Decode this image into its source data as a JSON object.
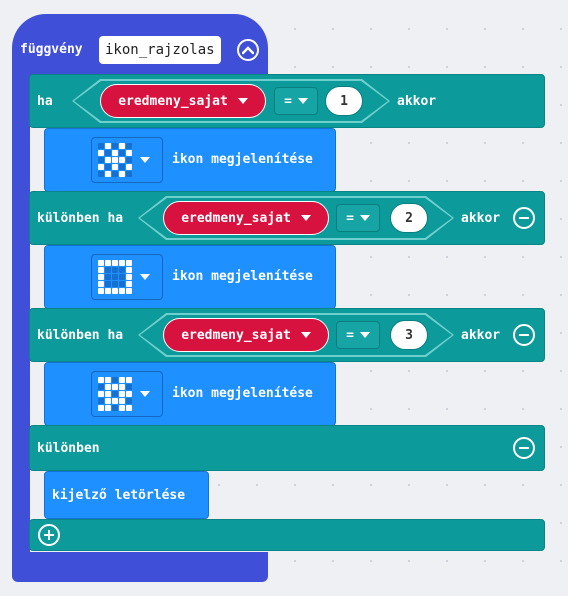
{
  "function_block": {
    "keyword": "függvény",
    "name": "ikon_rajzolas",
    "collapse_icon": "chevron-up-icon"
  },
  "if_block": {
    "branches": [
      {
        "keyword": "ha",
        "variable": "eredmeny_sajat",
        "operator": "=",
        "value": "1",
        "then": "akkor",
        "action": "ikon megjelenítése",
        "icon_pattern": [
          [
            0,
            1,
            0,
            1,
            0
          ],
          [
            1,
            0,
            1,
            0,
            1
          ],
          [
            0,
            1,
            1,
            1,
            0
          ],
          [
            1,
            0,
            1,
            0,
            1
          ],
          [
            0,
            1,
            0,
            1,
            0
          ]
        ]
      },
      {
        "keyword": "különben ha",
        "variable": "eredmeny_sajat",
        "operator": "=",
        "value": "2",
        "then": "akkor",
        "remove_icon": "minus-circle-icon",
        "action": "ikon megjelenítése",
        "icon_pattern": [
          [
            1,
            1,
            1,
            1,
            1
          ],
          [
            1,
            0,
            0,
            0,
            1
          ],
          [
            1,
            0,
            0,
            0,
            1
          ],
          [
            1,
            0,
            0,
            0,
            1
          ],
          [
            1,
            1,
            1,
            1,
            1
          ]
        ]
      },
      {
        "keyword": "különben ha",
        "variable": "eredmeny_sajat",
        "operator": "=",
        "value": "3",
        "then": "akkor",
        "remove_icon": "minus-circle-icon",
        "action": "ikon megjelenítése",
        "icon_pattern": [
          [
            1,
            1,
            0,
            1,
            1
          ],
          [
            0,
            1,
            1,
            1,
            0
          ],
          [
            1,
            1,
            0,
            1,
            1
          ],
          [
            0,
            1,
            1,
            1,
            0
          ],
          [
            1,
            1,
            0,
            1,
            1
          ]
        ]
      }
    ],
    "else_keyword": "különben",
    "else_remove_icon": "minus-circle-icon",
    "else_action": "kijelző letörlése",
    "add_icon": "plus-circle-icon"
  },
  "colors": {
    "function": "#3f4fd8",
    "logic": "#0d9a9a",
    "variable": "#d7123f",
    "basic": "#1e90ff"
  }
}
